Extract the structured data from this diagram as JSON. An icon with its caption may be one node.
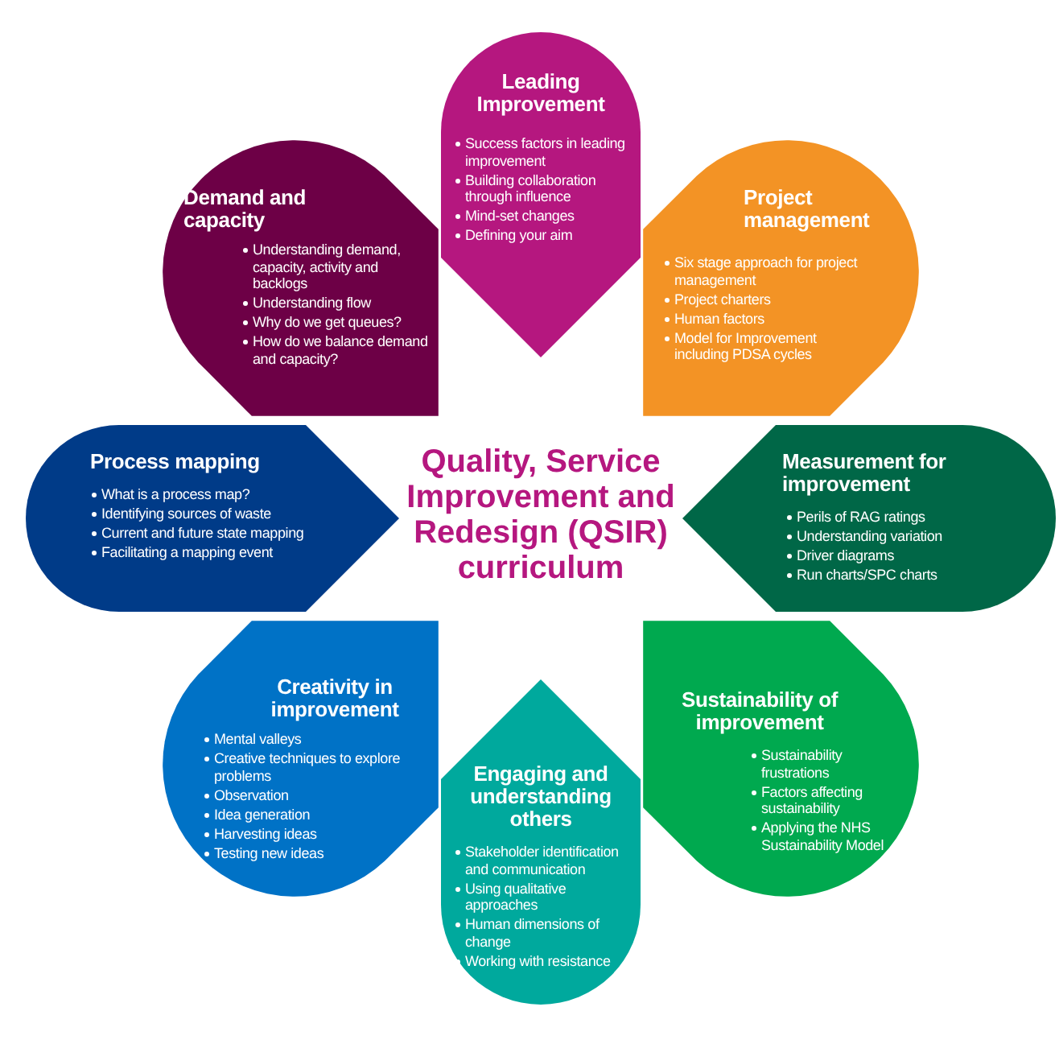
{
  "diagram": {
    "nodes": [
      {
        "text": [
          "Quality, Service Improvement and Redesign (QSIR) curriculum"
        ]
      },
      {
        "text": [
          "Leading Improvement",
          "Success factors in leading improvement",
          "Building collaboration through influence",
          "Mind-set changes",
          "Defining your aim"
        ]
      },
      {
        "text": [
          "Project management",
          "Six stage approach for project management",
          "Project charters",
          "Human factors",
          "Model for Improvement including PDSA cycles"
        ]
      },
      {
        "text": [
          "Measurement for improvement",
          "Perils of RAG ratings",
          "Understanding variation",
          "Driver diagrams",
          "Run charts/SPC charts"
        ]
      },
      {
        "text": [
          "Sustainability of improvement",
          "Sustainability frustrations",
          "Factors affecting sustainability",
          "Applying the NHS Sustainability Model"
        ]
      },
      {
        "text": [
          "Engaging and understanding others",
          "Stakeholder identification and communication",
          "Using qualitative approaches",
          "Human dimensions of change",
          "Working with resistance"
        ]
      },
      {
        "text": [
          "Creativity in improvement",
          "Mental valleys",
          "Creative techniques to explore problems",
          "Observation",
          "Idea generation",
          "Harvesting ideas",
          "Testing new ideas"
        ]
      },
      {
        "text": [
          "Process mapping",
          "What is a process map?",
          "Identifying sources of waste",
          "Current and future state mapping",
          "Facilitating a mapping event"
        ]
      },
      {
        "text": [
          "Demand and capacity",
          "Understanding demand, capacity, activity and backlogs",
          "Understanding flow",
          "Why do we get queues?",
          "How do we balance demand and capacity?"
        ]
      }
    ]
  }
}
